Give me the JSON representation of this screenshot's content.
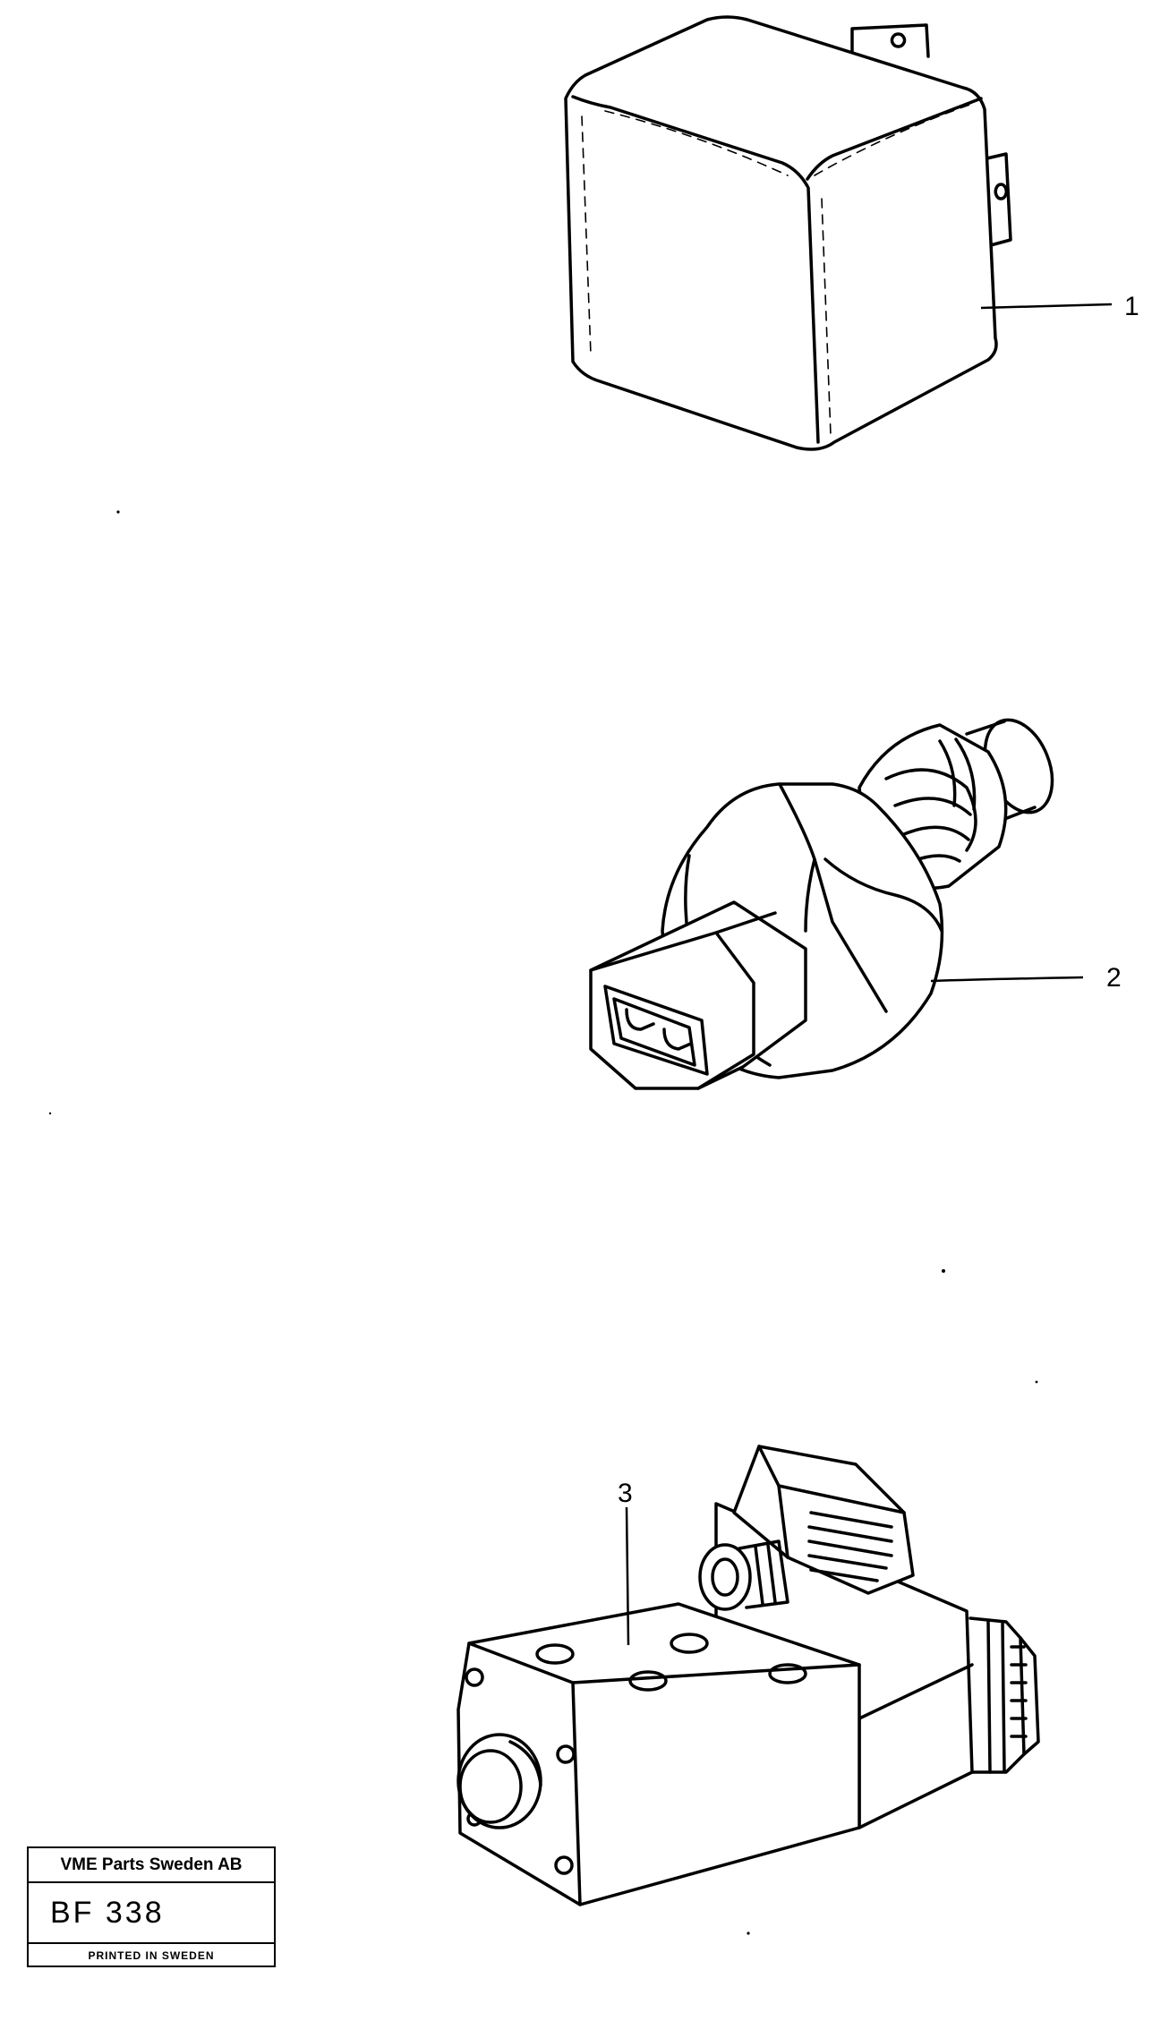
{
  "callouts": [
    {
      "id": "1",
      "label": "1"
    },
    {
      "id": "2",
      "label": "2"
    },
    {
      "id": "3",
      "label": "3"
    }
  ],
  "parts": [
    {
      "id": "1",
      "icon": "relay-icon"
    },
    {
      "id": "2",
      "icon": "pressure-switch-icon"
    },
    {
      "id": "3",
      "icon": "solenoid-valve-icon"
    }
  ],
  "title_block": {
    "company": "VME Parts Sweden AB",
    "code": "BF 338",
    "printed": "PRINTED IN SWEDEN"
  }
}
